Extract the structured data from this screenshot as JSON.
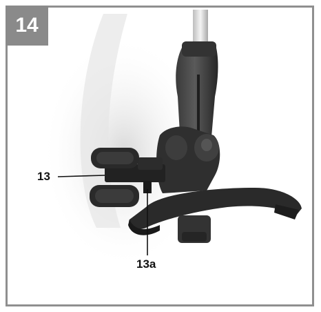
{
  "figure": {
    "number": "14"
  },
  "callouts": [
    {
      "label": "13"
    },
    {
      "label": "13a"
    }
  ],
  "colors": {
    "frame": "#8f8f8f",
    "badge": "#8a8a8a",
    "product": "#2c2c2c"
  },
  "illustration": {
    "icon": "grass-trimmer-wheel-assembly-photo"
  }
}
